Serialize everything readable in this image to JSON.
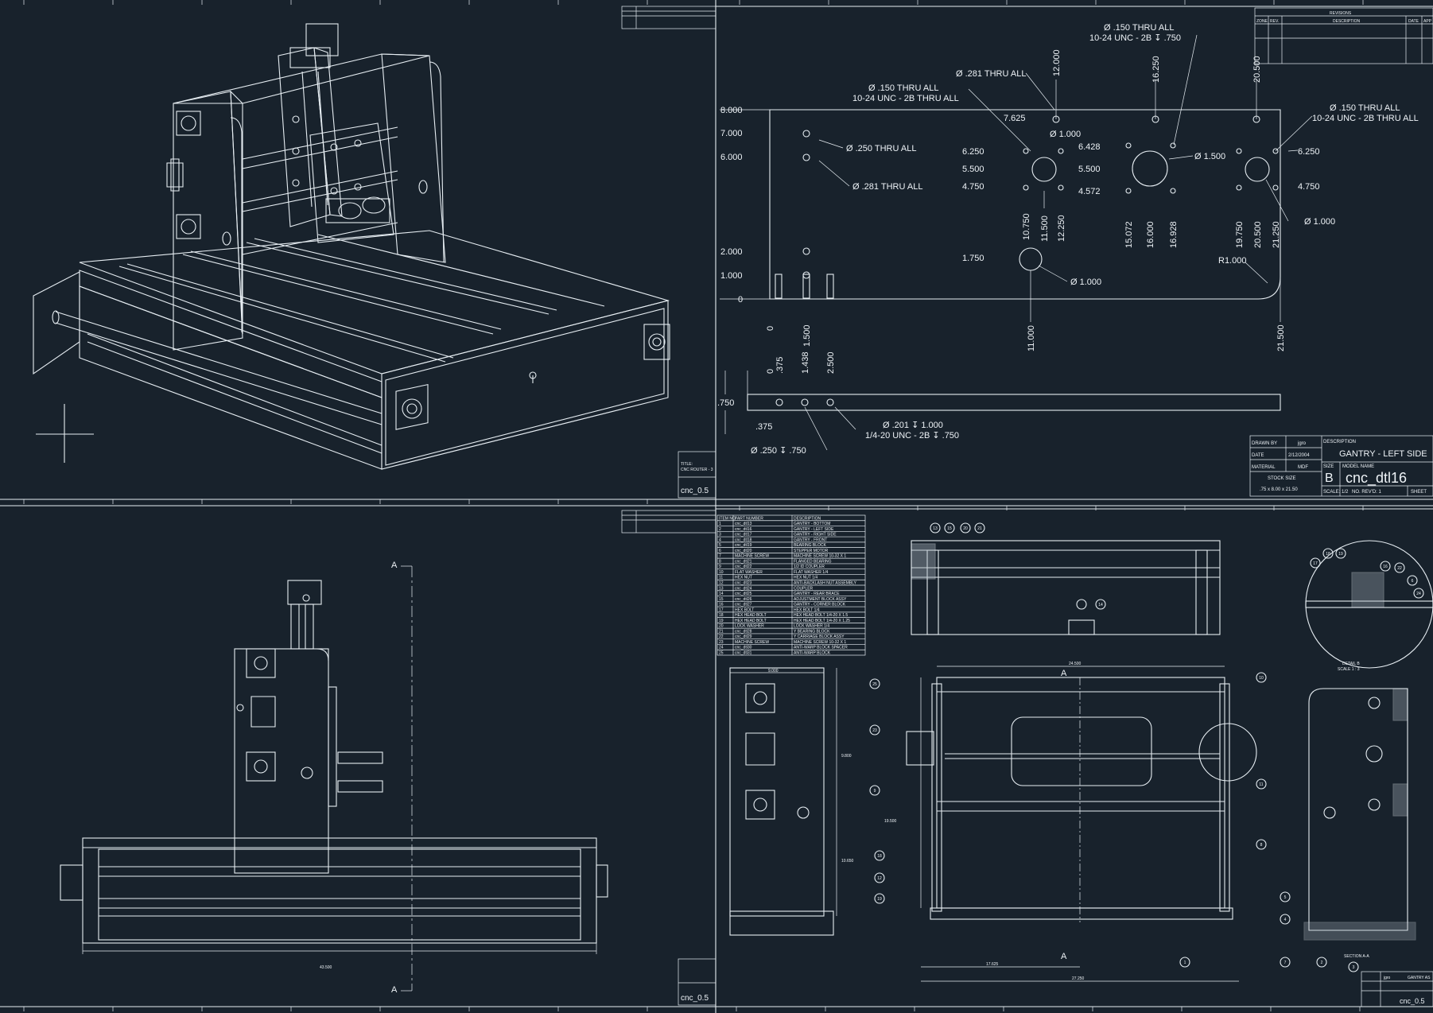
{
  "colors": {
    "background": "#18222c",
    "line": "#e6edf2"
  },
  "sheet_tr": {
    "revisions_header": "REVISIONS",
    "rev_cols": [
      "ZONE",
      "REV.",
      "DESCRIPTION",
      "DATE",
      "APP"
    ],
    "callouts": {
      "c1a": "Ø .150 THRU ALL",
      "c1b": "10-24 UNC - 2B ↧ .750",
      "c2": "Ø .281 THRU ALL",
      "c3a": "Ø .150 THRU ALL",
      "c3b": "10-24 UNC - 2B THRU ALL",
      "c4a": "Ø .150 THRU ALL",
      "c4b": "10-24 UNC - 2B THRU ALL",
      "c5": "Ø .250 THRU ALL",
      "c6": "Ø .281 THRU ALL",
      "c7": "Ø 1.000",
      "c8": "Ø 1.500",
      "c9": "Ø 1.000",
      "c10": "Ø 1.000",
      "c11": "R1.000",
      "c12a": "Ø .201 ↧ 1.000",
      "c12b": "1/4-20 UNC - 2B ↧ .750",
      "c13": "Ø .250 ↧ .750"
    },
    "dims_left": [
      "8.000",
      "7.000",
      "6.000",
      "2.000",
      "1.000",
      "0"
    ],
    "dims_inner": [
      "7.625",
      "6.250",
      "5.500",
      "4.750",
      "6.428",
      "5.500",
      "4.572",
      "1.750",
      "6.250",
      "4.750"
    ],
    "dims_top": [
      "12.000",
      "16.250",
      "20.500"
    ],
    "dims_vert": [
      "10.750",
      "11.500",
      "12.250",
      "15.072",
      "16.000",
      "16.928",
      "19.750",
      "20.500",
      "21.250",
      "11.000",
      "21.500",
      "0",
      "1.500"
    ],
    "dims_side": [
      "0",
      ".375",
      "1.438",
      "2.500",
      ".750",
      ".375"
    ],
    "title_block": {
      "drawn_by_label": "DRAWN BY",
      "drawn_by": "jgro",
      "date_label": "DATE",
      "date": "2/12/2004",
      "material_label": "MATERIAL",
      "material": "MDF",
      "stock_label": "STOCK SIZE",
      "stock": ".75 x 8.00 x 21.50",
      "description_label": "DESCRIPTION",
      "description": "GANTRY - LEFT SIDE",
      "size_label": "SIZE",
      "size": "B",
      "model_label": "MODEL NAME",
      "model": "cnc_dtl16",
      "scale_label": "SCALE: 1/2",
      "revd_label": "NO. REV'D: 1",
      "sheet_label": "SHEET"
    }
  },
  "sheet_tl": {
    "title_small": "TITLE:",
    "title_text": "CNC ROUTER - 3",
    "model": "cnc_0.5"
  },
  "sheet_bl": {
    "section_marker": "A",
    "dim_bottom": "43.500",
    "model": "cnc_0.5"
  },
  "sheet_br": {
    "bom_header": [
      "ITEM NO.",
      "PART NUMBER",
      "DESCRIPTION"
    ],
    "bom_rows": [
      [
        "1",
        "cnc_dtl13",
        "GANTRY - BOTTOM"
      ],
      [
        "2",
        "cnc_dtl16",
        "GANTRY - LEFT SIDE"
      ],
      [
        "3",
        "cnc_dtl17",
        "GANTRY - RIGHT SIDE"
      ],
      [
        "4",
        "cnc_dtl18",
        "GANTRY - FRONT"
      ],
      [
        "5",
        "cnc_dtl19",
        "BEARING BLOCK"
      ],
      [
        "6",
        "cnc_dtl20",
        "STEPPER MOTOR"
      ],
      [
        "7",
        "MACHINE SCREW",
        "MACHINE SCREW 10-32 X 1"
      ],
      [
        "8",
        "cnc_dtl21",
        "FLANGED BEARING"
      ],
      [
        "9",
        "cnc_dtl22",
        "1/2 ID COUPLER"
      ],
      [
        "10",
        "FLAT WASHER",
        "FLAT WASHER 1/4"
      ],
      [
        "11",
        "HEX NUT",
        "HEX NUT 1/4"
      ],
      [
        "12",
        "cnc_dtl23",
        "ANTI-BACKLASH NUT ASSEMBLY"
      ],
      [
        "13",
        "cnc_dtl24",
        "COUPLER"
      ],
      [
        "14",
        "cnc_dtl25",
        "GANTRY - REAR BRACE"
      ],
      [
        "15",
        "cnc_dtl26",
        "ADJUSTMENT BLOCK ASSY"
      ],
      [
        "16",
        "cnc_dtl27",
        "GANTRY - CORNER BLOCK"
      ],
      [
        "17",
        "HEX BOLT",
        "HEX BOLT 1/4"
      ],
      [
        "18",
        "HEX HEAD BOLT",
        "HEX HEAD BOLT 1/4-20 X 1.5"
      ],
      [
        "19",
        "HEX HEAD BOLT",
        "HEX HEAD BOLT 1/4-20 X 1.25"
      ],
      [
        "20",
        "LOCK WASHER",
        "LOCK WASHER 1/4"
      ],
      [
        "21",
        "cnc_dtl28",
        "Y BEARING BLOCK"
      ],
      [
        "22",
        "cnc_dtl29",
        "Y CARRIAGE BLOCK ASSY"
      ],
      [
        "23",
        "MACHINE SCREW",
        "MACHINE SCREW 10-32 X 1"
      ],
      [
        "24",
        "cnc_dtl30",
        "ANTI-WARP BLOCK SPACER"
      ],
      [
        "25",
        "cnc_dtl31",
        "ANTI-WARP BLOCK"
      ]
    ],
    "dims": [
      "9.000",
      "9.800",
      "19.500",
      "10.650",
      "24.500",
      "17.625",
      "27.250"
    ],
    "section_marker": "A",
    "detail_label": "DETAIL B",
    "detail_scale": "SCALE 1 : 3",
    "section_label": "SECTION A-A",
    "balloons": [
      "13",
      "15",
      "20",
      "21",
      "14",
      "17",
      "18",
      "19",
      "16",
      "22",
      "6",
      "24",
      "25",
      "23",
      "9",
      "18",
      "12",
      "19",
      "1",
      "10",
      "11",
      "8",
      "5",
      "4",
      "7",
      "2",
      "3"
    ],
    "title_block": {
      "drawn_by": "jgro",
      "description": "GANTRY AS",
      "model": "cnc_0.5"
    }
  }
}
